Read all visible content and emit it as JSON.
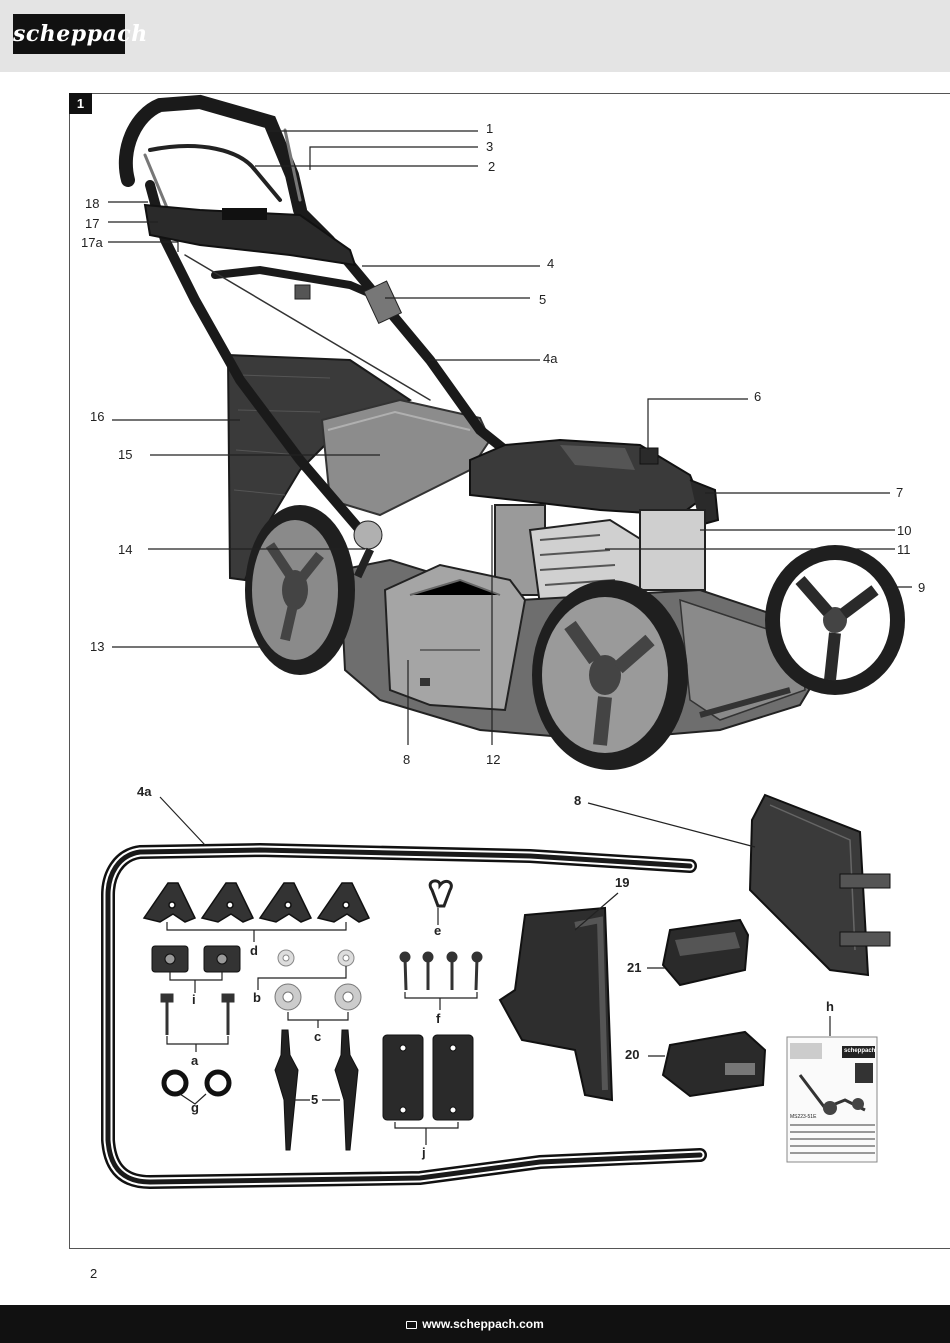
{
  "brand": {
    "logo_text": "scheppach"
  },
  "figure": {
    "number": "1"
  },
  "mower_callouts": [
    {
      "id": "c1",
      "text": "1"
    },
    {
      "id": "c3",
      "text": "3"
    },
    {
      "id": "c2",
      "text": "2"
    },
    {
      "id": "c18",
      "text": "18"
    },
    {
      "id": "c17",
      "text": "17"
    },
    {
      "id": "c17a",
      "text": "17a"
    },
    {
      "id": "c4",
      "text": "4"
    },
    {
      "id": "c5",
      "text": "5"
    },
    {
      "id": "c4a",
      "text": "4a"
    },
    {
      "id": "c6",
      "text": "6"
    },
    {
      "id": "c16",
      "text": "16"
    },
    {
      "id": "c15",
      "text": "15"
    },
    {
      "id": "c7",
      "text": "7"
    },
    {
      "id": "c10",
      "text": "10"
    },
    {
      "id": "c11",
      "text": "11"
    },
    {
      "id": "c9",
      "text": "9"
    },
    {
      "id": "c14",
      "text": "14"
    },
    {
      "id": "c13",
      "text": "13"
    },
    {
      "id": "c8",
      "text": "8"
    },
    {
      "id": "c12",
      "text": "12"
    }
  ],
  "parts_callouts": [
    {
      "id": "p4a",
      "text": "4a"
    },
    {
      "id": "p8",
      "text": "8"
    },
    {
      "id": "p19",
      "text": "19"
    },
    {
      "id": "pe",
      "text": "e"
    },
    {
      "id": "pd",
      "text": "d"
    },
    {
      "id": "pi",
      "text": "i"
    },
    {
      "id": "pb",
      "text": "b"
    },
    {
      "id": "pc",
      "text": "c"
    },
    {
      "id": "pf",
      "text": "f"
    },
    {
      "id": "pa",
      "text": "a"
    },
    {
      "id": "pg",
      "text": "g"
    },
    {
      "id": "p5",
      "text": "5"
    },
    {
      "id": "pj",
      "text": "j"
    },
    {
      "id": "p21",
      "text": "21"
    },
    {
      "id": "p20",
      "text": "20"
    },
    {
      "id": "ph",
      "text": "h"
    }
  ],
  "manual_thumb": {
    "brand": "scheppach",
    "model": "MS223-51E"
  },
  "page_number": "2",
  "footer": {
    "url": "www.scheppach.com",
    "icon": "monitor-icon"
  },
  "colors": {
    "header_bg": "#e4e4e4",
    "footer_bg": "#111111",
    "logo_bg": "#111111"
  }
}
